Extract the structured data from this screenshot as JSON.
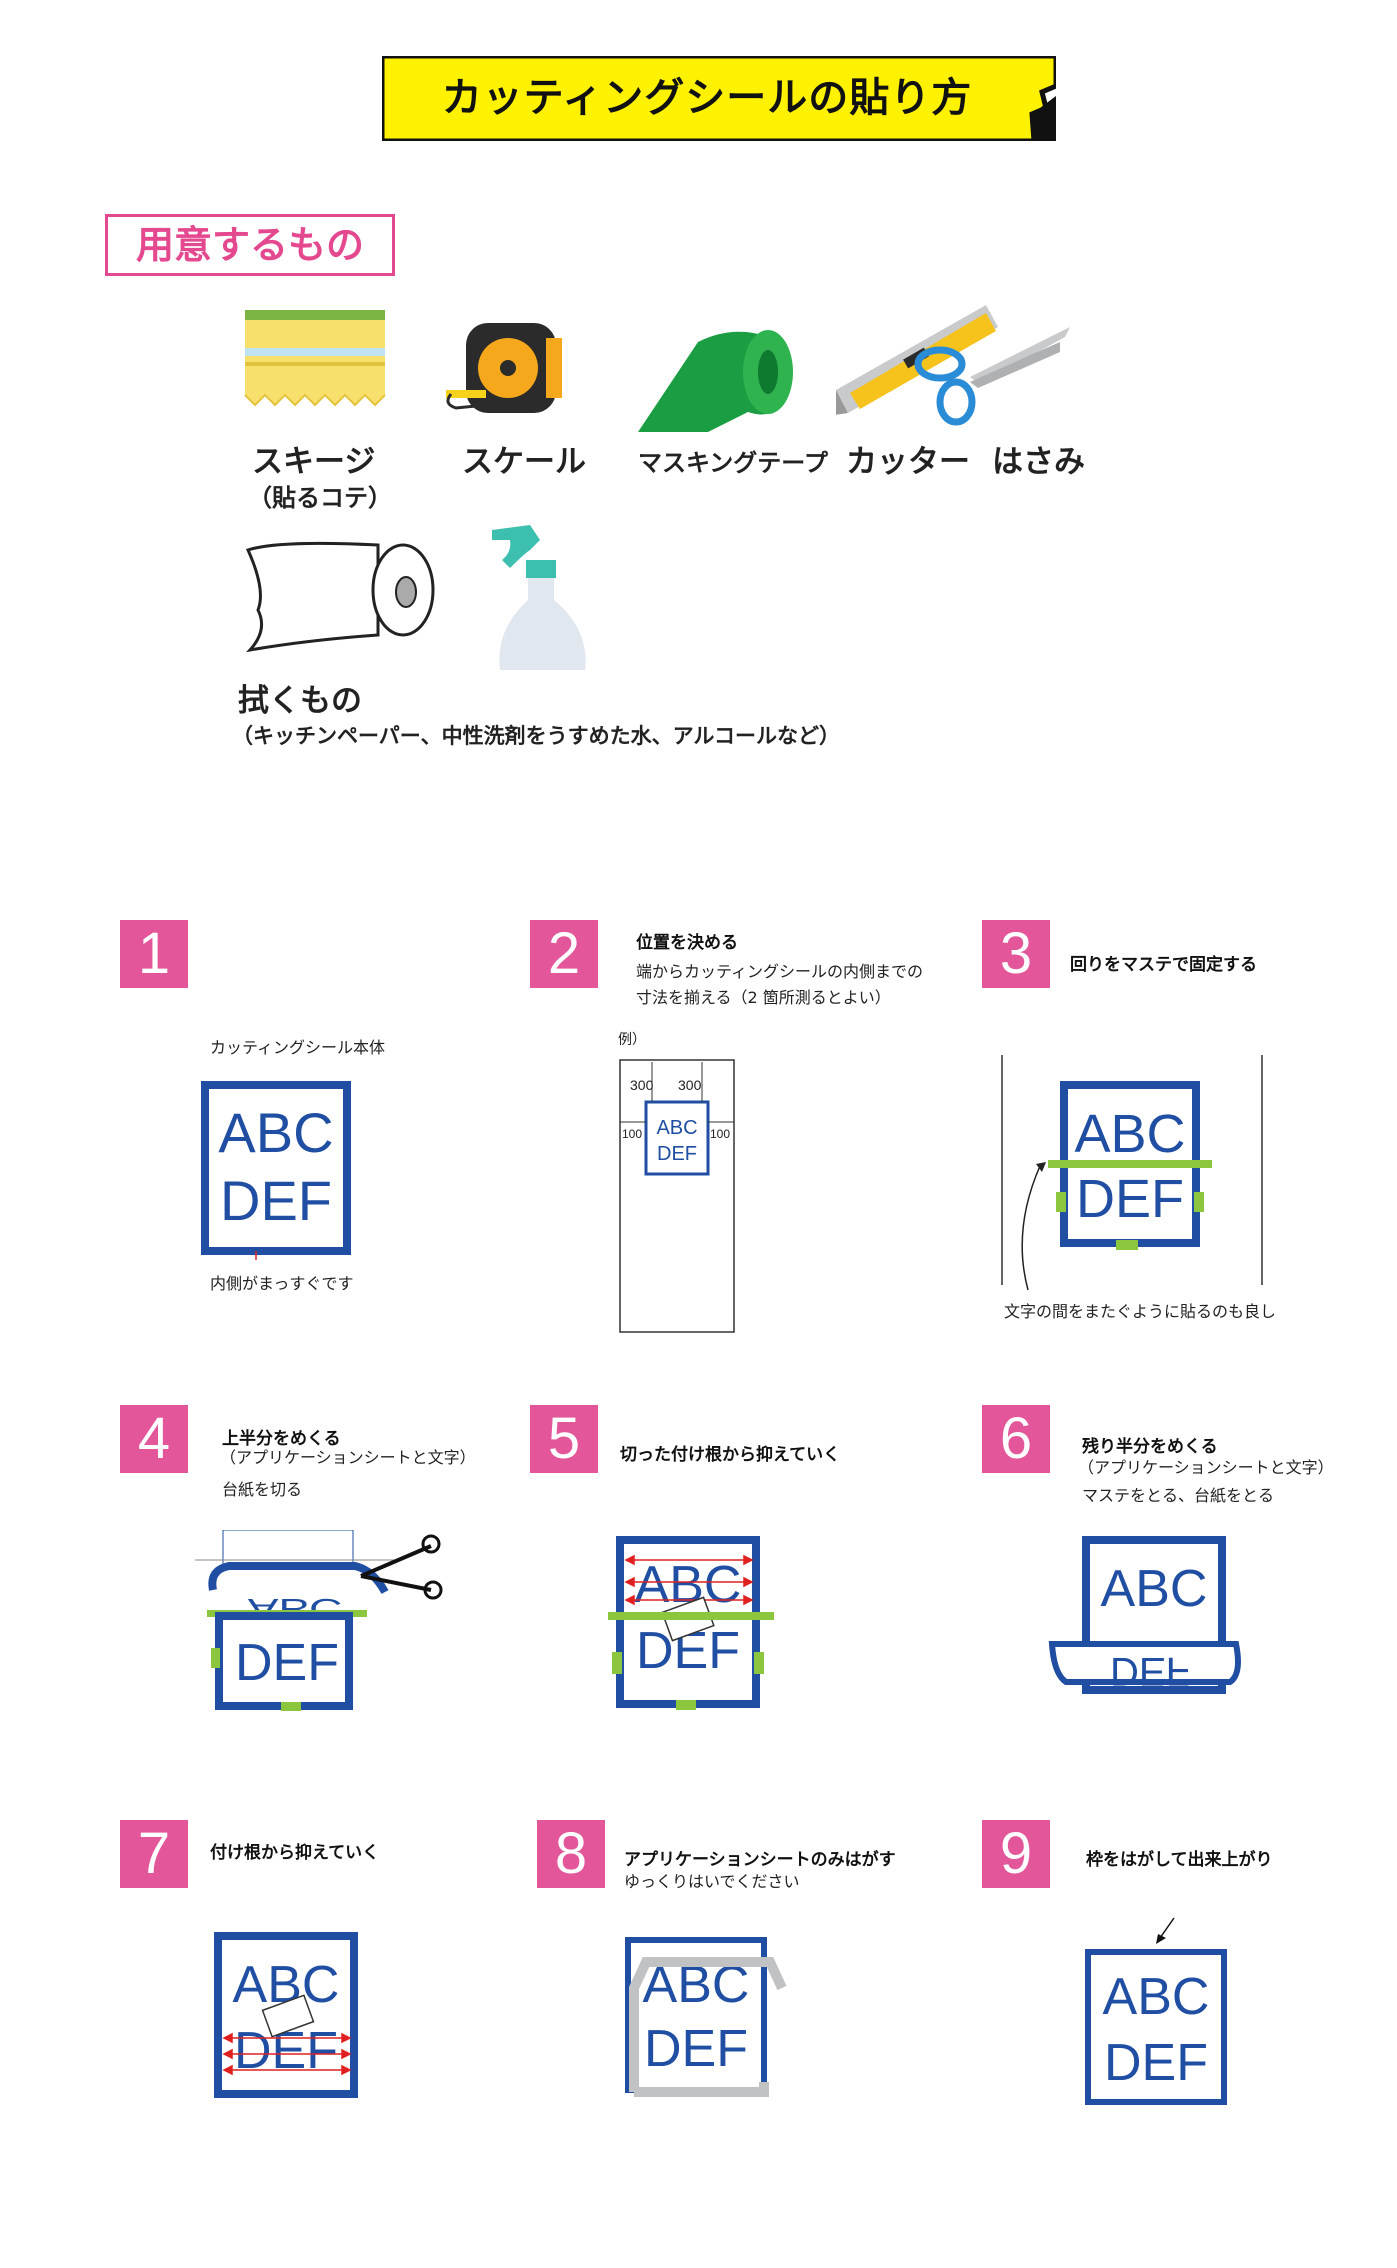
{
  "title": "カッティングシールの貼り方",
  "prep": {
    "heading": "用意するもの",
    "tools": [
      {
        "name": "スキージ",
        "sub": "（貼るコテ）",
        "icon": "squeegee-icon"
      },
      {
        "name": "スケール",
        "icon": "tape-measure-icon"
      },
      {
        "name": "マスキングテープ",
        "icon": "masking-tape-icon"
      },
      {
        "name": "カッター",
        "icon": "cutter-knife-icon"
      },
      {
        "name": "はさみ",
        "icon": "scissors-icon"
      },
      {
        "name": "拭くもの",
        "sub": "（キッチンペーパー、中性洗剤をうすめた水、アルコールなど）",
        "icon": "paper-towel-icon"
      }
    ],
    "spray_icon": "spray-bottle-icon"
  },
  "steps": [
    {
      "number": "1",
      "label_top": "カッティングシール本体",
      "label_bottom": "内側がまっすぐです"
    },
    {
      "number": "2",
      "title": "位置を決める",
      "lines": [
        "端からカッティングシールの内側までの",
        "寸法を揃える（2 箇所測るとよい）"
      ],
      "example": "例）",
      "dims": [
        "300",
        "300",
        "100",
        "100"
      ]
    },
    {
      "number": "3",
      "title": "回りをマステで固定する",
      "note": "文字の間をまたぐように貼るのも良し"
    },
    {
      "number": "4",
      "title": "上半分をめくる",
      "lines": [
        "（アプリケーションシートと文字）",
        "台紙を切る"
      ]
    },
    {
      "number": "5",
      "title": "切った付け根から抑えていく"
    },
    {
      "number": "6",
      "title": "残り半分をめくる",
      "lines": [
        "（アプリケーションシートと文字）",
        "マステをとる、台紙をとる"
      ]
    },
    {
      "number": "7",
      "title": "付け根から抑えていく"
    },
    {
      "number": "8",
      "title": "アプリケーションシートのみはがす",
      "lines": [
        "ゆっくりはいでください"
      ]
    },
    {
      "number": "9",
      "title": "枠をはがして出来上がり"
    }
  ],
  "sticker": {
    "line1": "ABC",
    "line2": "DEF"
  },
  "colors": {
    "accent_pink": "#e4569a",
    "banner_yellow": "#fff200",
    "sticker_blue": "#1f4ea3",
    "tape_green": "#8cc63f"
  }
}
